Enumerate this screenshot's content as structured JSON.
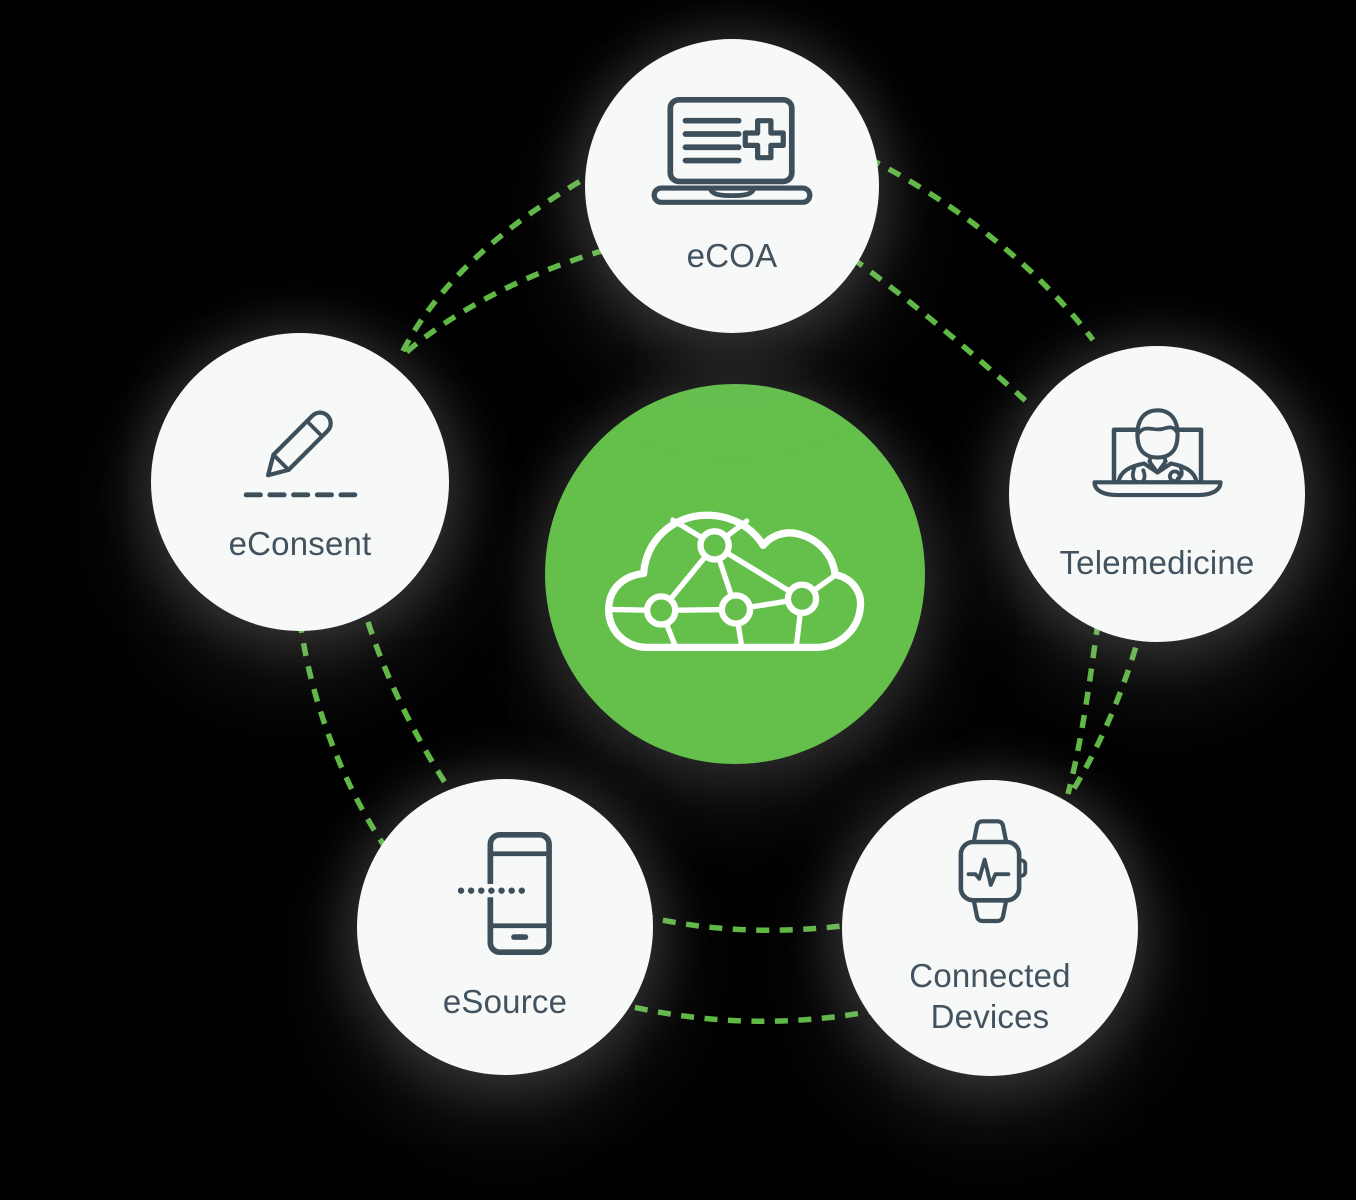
{
  "diagram": {
    "background_color": "#000000",
    "circle_fill": "#f7f8f8",
    "icon_color": "#3d4f5b",
    "label_color": "#42535f",
    "accent_green": "#64c04b",
    "dash_green": "#5fb944",
    "center": {
      "icon": "cloud-network-icon"
    },
    "nodes": [
      {
        "id": "ecoa",
        "label": "eCOA",
        "icon": "laptop-medical-chart-icon"
      },
      {
        "id": "telemedicine",
        "label": "Telemedicine",
        "icon": "doctor-on-laptop-icon"
      },
      {
        "id": "connected-devices",
        "label": "Connected Devices",
        "icon": "smartwatch-heartbeat-icon"
      },
      {
        "id": "esource",
        "label": "eSource",
        "icon": "smartphone-data-icon"
      },
      {
        "id": "econsent",
        "label": "eConsent",
        "icon": "pencil-signature-icon"
      }
    ]
  }
}
